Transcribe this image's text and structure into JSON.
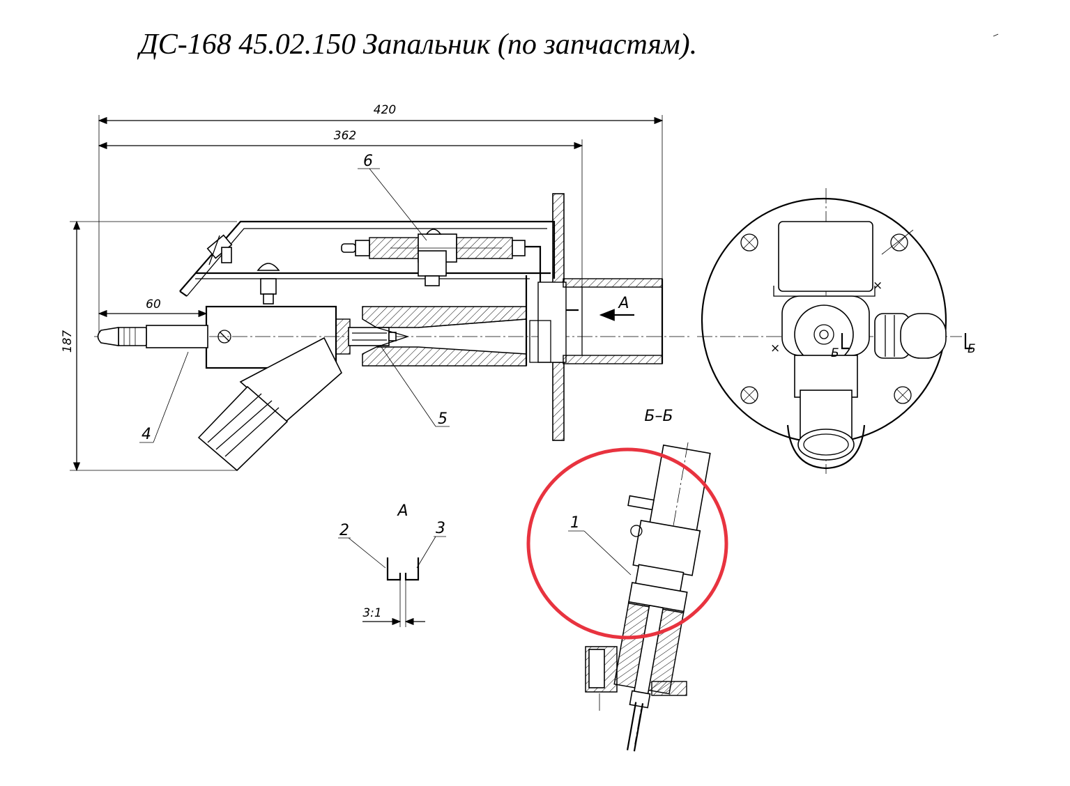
{
  "title": "ДС-168 45.02.150 Запальник (по запчастям).",
  "dimensions": {
    "overall_length": "420",
    "flange_length": "362",
    "height": "187",
    "tip_length": "60",
    "detail_gap": "3:1"
  },
  "views": {
    "view_a": "А",
    "arrow_a": "А",
    "section": "Б–Б",
    "section_mark_left": "Б",
    "section_mark_right": "Б"
  },
  "callouts": {
    "part_1": "1",
    "part_2": "2",
    "part_3": "3",
    "part_4": "4",
    "part_5": "5",
    "part_6": "6"
  },
  "highlight_color": "#e8333f"
}
